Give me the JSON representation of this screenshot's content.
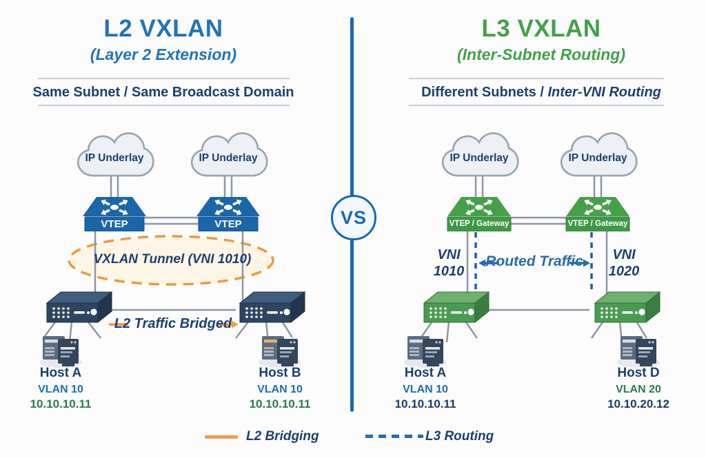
{
  "left_panel": {
    "title": "L2 VXLAN",
    "subtitle": "(Layer 2 Extension)",
    "description": "Same Subnet / Same Broadcast Domain",
    "clouds": [
      "IP Underlay",
      "IP Underlay"
    ],
    "vtep_labels": [
      "VTEP",
      "VTEP"
    ],
    "tunnel_label": "VXLAN Tunnel (VNI 1010)",
    "bridged_label": "L2 Traffic Bridged",
    "hosts": [
      {
        "name": "Host A",
        "vlan": "VLAN 10",
        "ip": "10.10.10.11"
      },
      {
        "name": "Host B",
        "vlan": "VLAN 10",
        "ip": "10.10.10.11"
      }
    ]
  },
  "divider": {
    "vs_label": "VS"
  },
  "right_panel": {
    "title": "L3 VXLAN",
    "subtitle": "(Inter-Subnet Routing)",
    "description_regular": "Different Subnets / ",
    "description_bold": "Inter-VNI Routing",
    "clouds": [
      "IP Underlay",
      "IP Underlay"
    ],
    "vtep_labels": [
      "VTEP / Gateway",
      "VTEP / Gateway"
    ],
    "vni_left": {
      "line1": "VNI",
      "line2": "1010"
    },
    "routed_label": "Routed Traffic",
    "vni_right": {
      "line1": "VNI",
      "line2": "1020"
    },
    "hosts": [
      {
        "name": "Host A",
        "vlan": "VLAN 10",
        "ip": "10.10.10.11"
      },
      {
        "name": "Host D",
        "vlan": "VLAN 20",
        "ip": "10.10.20.12"
      }
    ]
  },
  "legend": {
    "l2_label": "L2 Bridging",
    "l3_label": "L3 Routing"
  },
  "colors": {
    "blue": "#2273b6",
    "green": "#43a04b",
    "navy": "#1d3f6e",
    "steel": "#2b6ca9",
    "orange": "#eda14d",
    "orange-dash": "#ec9a3f",
    "divider-blue": "#1a67b2",
    "line-gray": "#8e96a2",
    "cloud-fill": "#edf0f5",
    "cloud-stroke": "#9aa3ae",
    "vtep-blue": "#1b65a9",
    "switch-green": "#4b9a51",
    "switch-navy": "#2e4560",
    "vlan-blue": "#1e6fad",
    "ip-green": "#2c7a4b",
    "tunnel-fill": "#fdf6e7"
  }
}
